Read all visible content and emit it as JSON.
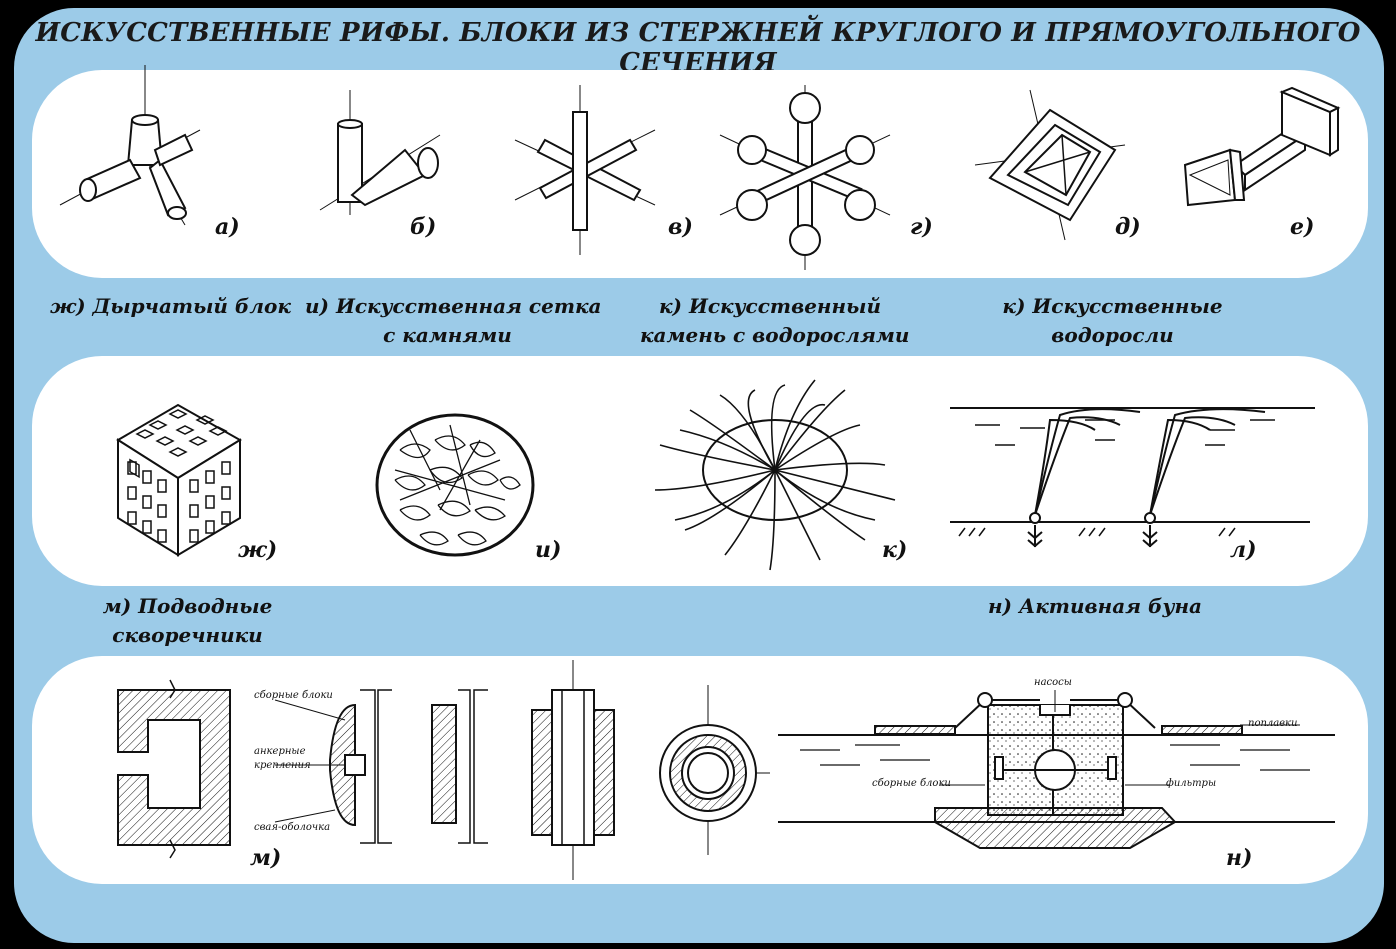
{
  "title": "ИСКУССТВЕННЫЕ РИФЫ. БЛОКИ ИЗ СТЕРЖНЕЙ КРУГЛОГО И ПРЯМОУГОЛЬНОГО СЕЧЕНИЯ",
  "row1_labels": [
    "а)",
    "б)",
    "в)",
    "г)",
    "д)",
    "е)"
  ],
  "row2_captions": [
    {
      "line1": "ж) Дырчатый блок",
      "line2": ""
    },
    {
      "line1": "и) Искусственная сетка",
      "line2": "с камнями"
    },
    {
      "line1": "к) Искусственный",
      "line2": "камень с водорослями"
    },
    {
      "line1": "к) Искусственные",
      "line2": "водоросли"
    }
  ],
  "row2_labels": [
    "ж)",
    "и)",
    "к)",
    "л)"
  ],
  "row3_captions": [
    {
      "line1": "м) Подводные",
      "line2": "скворечники"
    },
    {
      "line1": "н) Активная буна",
      "line2": ""
    }
  ],
  "row3_labels": [
    "м)",
    "н)"
  ],
  "notes_m": [
    "сборные блоки",
    "анкерные",
    "крепления",
    "свая-оболочка"
  ],
  "notes_n": [
    "насосы",
    "поплавки",
    "сборные блоки",
    "фильтры"
  ],
  "colors": {
    "frame": "#9ccbe8",
    "panel": "#ffffff",
    "ink": "#111111"
  }
}
